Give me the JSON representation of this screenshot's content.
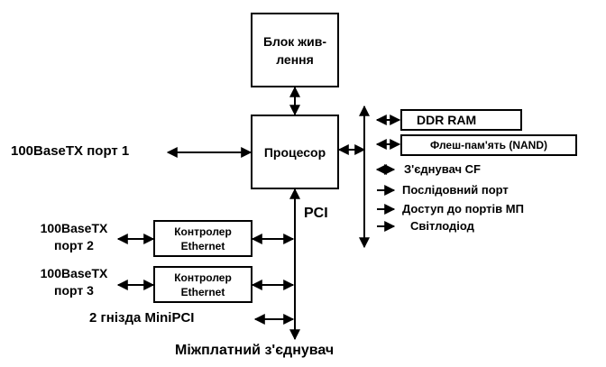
{
  "blocks": {
    "power_line1": "Блок жив-",
    "power_line2": "лення",
    "processor": "Процесор",
    "eth_ctrl2_line1": "Контролер",
    "eth_ctrl2_line2": "Ethernet",
    "eth_ctrl3_line1": "Контролер",
    "eth_ctrl3_line2": "Ethernet",
    "ddr_ram": "DDR RAM",
    "flash": "Флеш-пам'ять (NAND)"
  },
  "labels": {
    "port1": "100BaseTX порт 1",
    "port2_line1": "100BaseTX",
    "port2_line2": "порт 2",
    "port3_line1": "100BaseTX",
    "port3_line2": "порт 3",
    "minipci": "2 гнізда MiniPCI",
    "pci": "PCI",
    "interboard": "Міжплатний з'єднувач"
  },
  "bus_items": {
    "cf": "З'єднувач CF",
    "serial": "Послідовний порт",
    "mp_ports": "Доступ до портів МП",
    "led": "Світлодіод"
  }
}
